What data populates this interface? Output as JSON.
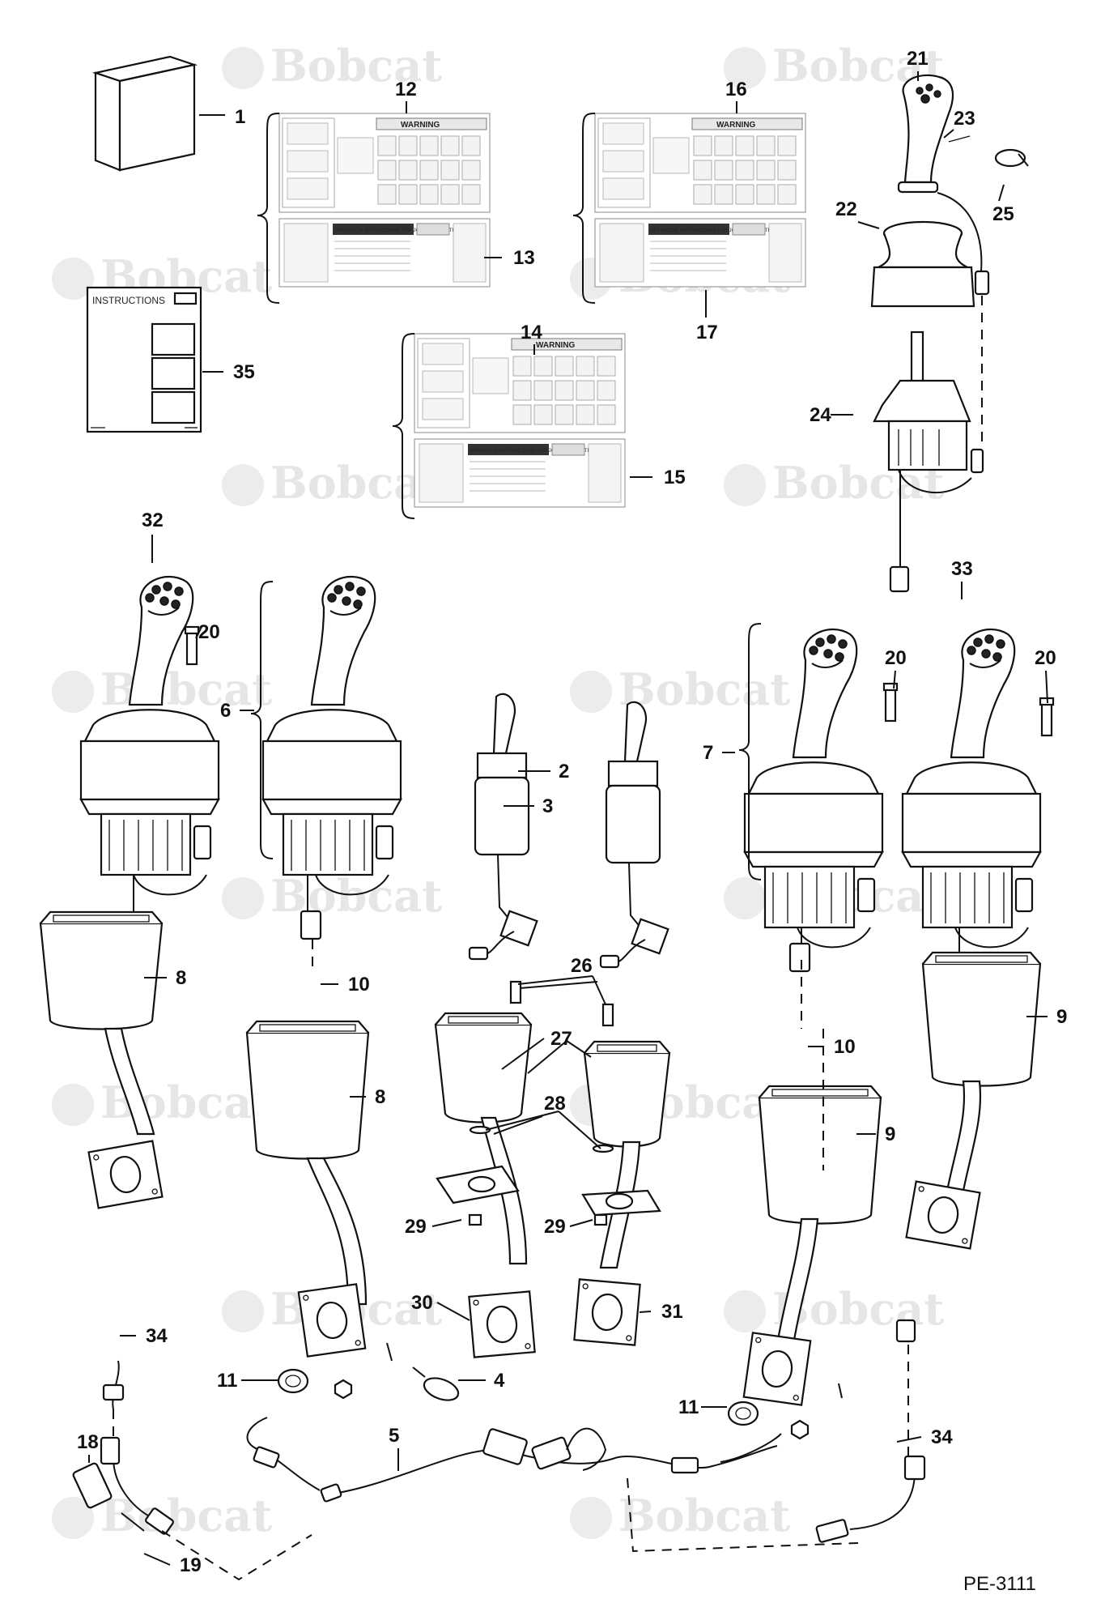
{
  "watermark": "Bobcat",
  "drawing_code": "PE-3111",
  "kit_label": "INSTRUCTIONS",
  "decal_labels": {
    "warning": "WARNING",
    "operation": "OPERATION INSTRUCTIONS FOR JOYSTICK CONTROLS"
  },
  "callouts": [
    "1",
    "2",
    "3",
    "4",
    "5",
    "6",
    "7",
    "8",
    "8",
    "9",
    "9",
    "10",
    "10",
    "11",
    "11",
    "12",
    "13",
    "14",
    "15",
    "16",
    "17",
    "18",
    "19",
    "20",
    "20",
    "20",
    "21",
    "22",
    "23",
    "24",
    "25",
    "26",
    "27",
    "28",
    "29",
    "29",
    "30",
    "31",
    "32",
    "33",
    "34",
    "34",
    "35"
  ]
}
